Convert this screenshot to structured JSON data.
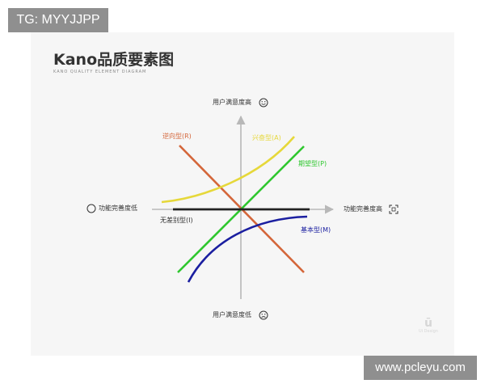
{
  "overlay": {
    "tag": "TG: MYYJJPP",
    "site": "www.pcleyu.com"
  },
  "header": {
    "title": "Kano品质要素图",
    "subtitle": "KANO QUALITY ELEMENT DIAGRAM"
  },
  "axes": {
    "y_top": "用户满意度高",
    "y_bottom": "用户满意度低",
    "x_left": "功能完善度低",
    "x_right": "功能完善度高"
  },
  "series": {
    "reverse": {
      "label": "逆向型(R)",
      "color": "#d4663a"
    },
    "attractive": {
      "label": "兴奋型(A)",
      "color": "#e6d83a"
    },
    "performance": {
      "label": "期望型(P)",
      "color": "#2fc72f"
    },
    "indifferent": {
      "label": "无差别型(I)",
      "color": "#222222"
    },
    "must_be": {
      "label": "基本型(M)",
      "color": "#1b1fa0"
    }
  },
  "icons": {
    "y_top": "smile-icon",
    "y_bottom": "sad-face-icon",
    "x_left": "circle-icon",
    "x_right": "expand-icon"
  },
  "watermark": {
    "text": "Ui Design"
  }
}
